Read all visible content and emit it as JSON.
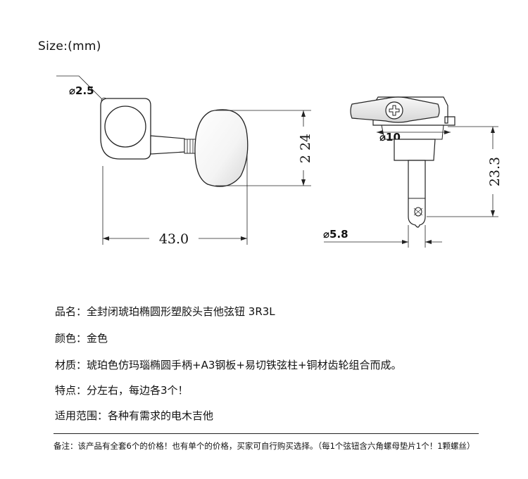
{
  "size_title": "Size:(mm)",
  "dimensions": {
    "hole_diameter": "⌀2.5",
    "height_24": "2 24",
    "length": "43.0",
    "gear_diameter": "⌀10",
    "post_length": "23.3",
    "post_diameter": "⌀5.8"
  },
  "specs": [
    "品名：全封闭琥珀椭圆形塑胶头吉他弦钮 3R3L",
    "颜色：金色",
    "材质：琥珀色仿玛瑙椭圆手柄+A3钢板+易切铁弦柱+铜材齿轮组合而成。",
    "特点：分左右，每边各3个！",
    "适用范围：各种有需求的电木吉他"
  ],
  "note": "备注：该产品有全套6个的价格！也有单个的价格，买家可自行购买选择。（每1个弦钮含六角螺母垫片1个！1颗螺丝）"
}
